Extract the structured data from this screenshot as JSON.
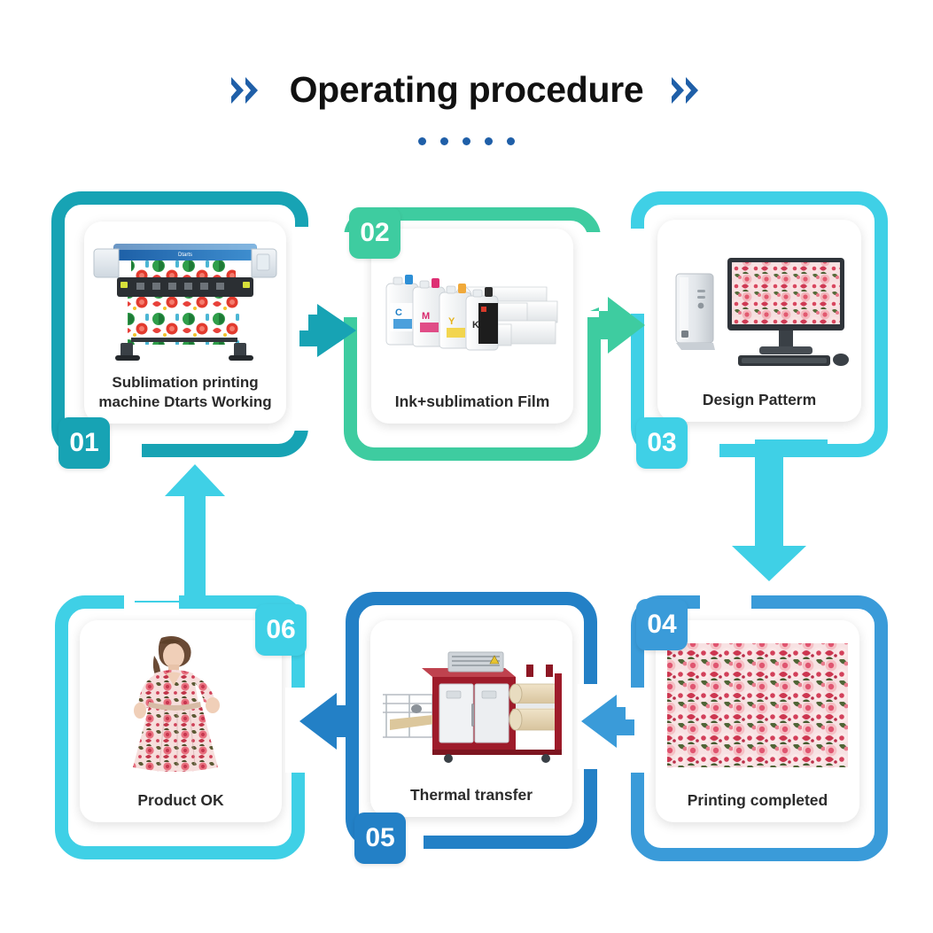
{
  "header": {
    "title": "Operating procedure",
    "left_chevron_icon": "double-chevron-right-icon",
    "right_chevron_icon": "double-chevron-right-icon",
    "chevron_color": "#1F5FA8",
    "dot_count": 5,
    "dot_color": "#1F5FA8"
  },
  "palette": {
    "teal": "#17A3B4",
    "green": "#3ECCA0",
    "cyan": "#3FD0E6",
    "blue": "#3A9BD9",
    "deep_blue": "#2380C6",
    "text": "#2b2b2b",
    "background": "#ffffff"
  },
  "steps": [
    {
      "number": "01",
      "caption": "Sublimation printing machine Dtarts Working",
      "frame_color": "#17A3B4",
      "badge_color": "#17A3B4",
      "badge_position": "bottom-left",
      "image_name": "wide-format-sublimation-printer-photo"
    },
    {
      "number": "02",
      "caption": "Ink+sublimation Film",
      "frame_color": "#3ECCA0",
      "badge_color": "#3ECCA0",
      "badge_position": "top-left",
      "image_name": "ink-bottles-and-transfer-paper-rolls-photo",
      "ink_labels": [
        "C",
        "M",
        "Y",
        "K"
      ]
    },
    {
      "number": "03",
      "caption": "Design Patterm",
      "frame_color": "#3FD0E6",
      "badge_color": "#3FD0E6",
      "badge_position": "bottom-left",
      "image_name": "desktop-computer-with-floral-pattern-photo"
    },
    {
      "number": "04",
      "caption": "Printing completed",
      "frame_color": "#3A9BD9",
      "badge_color": "#3A9BD9",
      "badge_position": "top-left",
      "image_name": "printed-floral-fabric-swatch-photo"
    },
    {
      "number": "05",
      "caption": "Thermal transfer",
      "frame_color": "#2380C6",
      "badge_color": "#2380C6",
      "badge_position": "bottom-left",
      "image_name": "roll-to-roll-heat-press-calender-photo"
    },
    {
      "number": "06",
      "caption": "Product OK",
      "frame_color": "#3FD0E6",
      "badge_color": "#3FD0E6",
      "badge_position": "top-right",
      "image_name": "woman-in-floral-print-dress-photo"
    }
  ],
  "arrows": [
    {
      "name": "arrow-01-to-02",
      "from": "01",
      "to": "02",
      "direction": "right",
      "color": "#17A3B4"
    },
    {
      "name": "arrow-02-to-03",
      "from": "02",
      "to": "03",
      "direction": "right",
      "color": "#3ECCA0"
    },
    {
      "name": "arrow-03-to-04",
      "from": "03",
      "to": "04",
      "direction": "down",
      "color": "#3FD0E6"
    },
    {
      "name": "arrow-04-to-05",
      "from": "04",
      "to": "05",
      "direction": "left",
      "color": "#3A9BD9"
    },
    {
      "name": "arrow-05-to-06",
      "from": "05",
      "to": "06",
      "direction": "left",
      "color": "#2380C6"
    },
    {
      "name": "arrow-06-to-01",
      "from": "06",
      "to": "01",
      "direction": "up",
      "color": "#3FD0E6"
    }
  ]
}
